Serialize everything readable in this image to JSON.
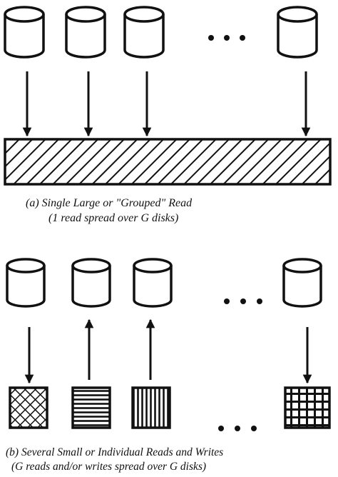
{
  "panel_a": {
    "caption_line1": "(a) Single Large or \"Grouped\" Read",
    "caption_line2": "(1 read spread over G disks)",
    "disks": [
      {
        "label": "disk",
        "direction": "down"
      },
      {
        "label": "disk",
        "direction": "down"
      },
      {
        "label": "disk",
        "direction": "down"
      },
      {
        "label": "disk",
        "direction": "down"
      }
    ],
    "target_fill": "diagonal-hatch"
  },
  "panel_b": {
    "caption_line1": "(b) Several Small or Individual Reads and Writes",
    "caption_line2": "(G reads and/or writes spread over G disks)",
    "disks": [
      {
        "direction": "down",
        "block_fill": "crosshatch"
      },
      {
        "direction": "up",
        "block_fill": "horizontal-lines"
      },
      {
        "direction": "up",
        "block_fill": "vertical-lines"
      },
      {
        "direction": "down",
        "block_fill": "grid"
      }
    ]
  },
  "colors": {
    "ink": "#111111",
    "paper": "#ffffff"
  },
  "icons": [
    "disk-cylinder-icon",
    "arrow-icon",
    "ellipsis-icon"
  ]
}
